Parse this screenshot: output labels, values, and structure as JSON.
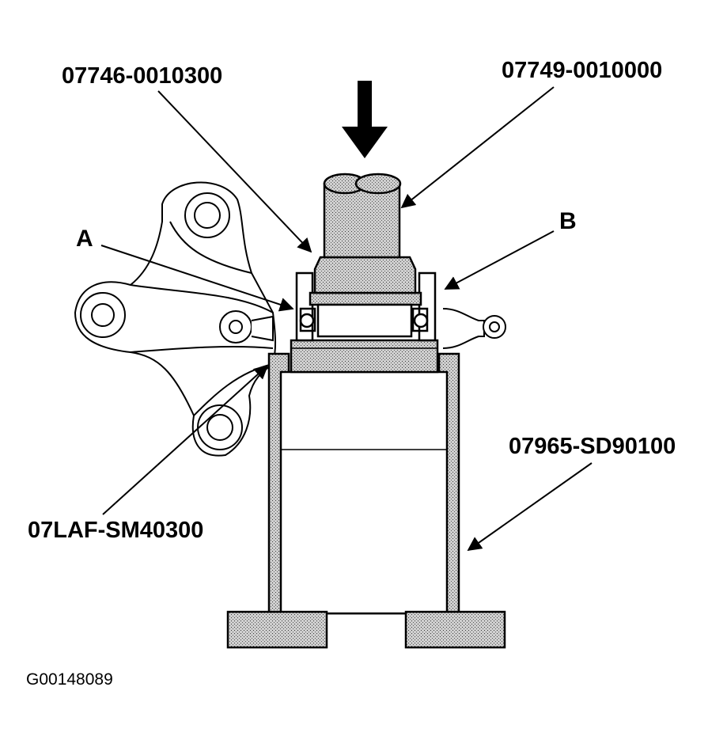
{
  "labels": {
    "tool_press_driver": "07746-0010300",
    "tool_driver_handle": "07749-0010000",
    "tool_support_ring": "07LAF-SM40300",
    "tool_base_cylinder": "07965-SD90100",
    "callout_a": "A",
    "callout_b": "B"
  },
  "figure_id": "G00148089",
  "colors": {
    "ink": "#000000",
    "paper": "#ffffff",
    "stipple": "#9a9a9a"
  }
}
